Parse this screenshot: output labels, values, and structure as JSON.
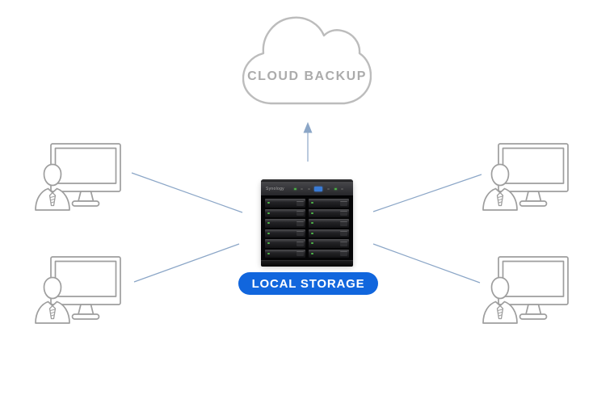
{
  "cloud": {
    "label": "CLOUD BACKUP",
    "outline_color": "#bcbcbc",
    "label_color": "#ababab"
  },
  "badge": {
    "label": "LOCAL STORAGE",
    "background_color": "#1166dd",
    "text_color": "#ffffff"
  },
  "nas": {
    "brand": "Synology",
    "drive_bay_rows": 6,
    "drive_bay_columns": 2,
    "bay_led_color": "#4db848",
    "screen_color": "#3a7bd5"
  },
  "connections": {
    "color": "#8ba6c7",
    "line_count": 4,
    "arrow_direction": "up-to-cloud"
  },
  "workstations": {
    "count": 4,
    "positions": [
      "top-left",
      "bottom-left",
      "top-right",
      "bottom-right"
    ]
  }
}
